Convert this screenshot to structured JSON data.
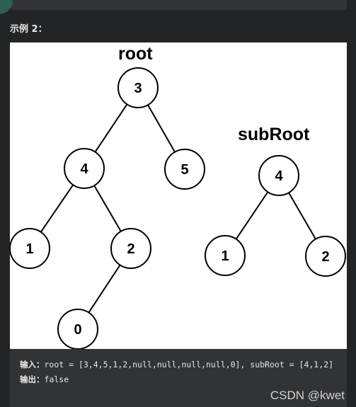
{
  "example": {
    "title": "示例 2："
  },
  "figure": {
    "root_label": "root",
    "subroot_label": "subRoot",
    "root_tree": {
      "nodes": [
        {
          "id": "r3",
          "value": "3"
        },
        {
          "id": "r4",
          "value": "4"
        },
        {
          "id": "r5",
          "value": "5"
        },
        {
          "id": "r1",
          "value": "1"
        },
        {
          "id": "r2",
          "value": "2"
        },
        {
          "id": "r0",
          "value": "0"
        }
      ],
      "edges": [
        [
          "r3",
          "r4"
        ],
        [
          "r3",
          "r5"
        ],
        [
          "r4",
          "r1"
        ],
        [
          "r4",
          "r2"
        ],
        [
          "r2",
          "r0"
        ]
      ]
    },
    "subroot_tree": {
      "nodes": [
        {
          "id": "s4",
          "value": "4"
        },
        {
          "id": "s1",
          "value": "1"
        },
        {
          "id": "s2",
          "value": "2"
        }
      ],
      "edges": [
        [
          "s4",
          "s1"
        ],
        [
          "s4",
          "s2"
        ]
      ]
    }
  },
  "code": {
    "input_key": "输入：",
    "input_value": "root = [3,4,5,1,2,null,null,null,null,0], subRoot = [4,1,2]",
    "output_key": "输出：",
    "output_value": "false"
  },
  "watermark": {
    "text": "CSDN @kwet"
  }
}
